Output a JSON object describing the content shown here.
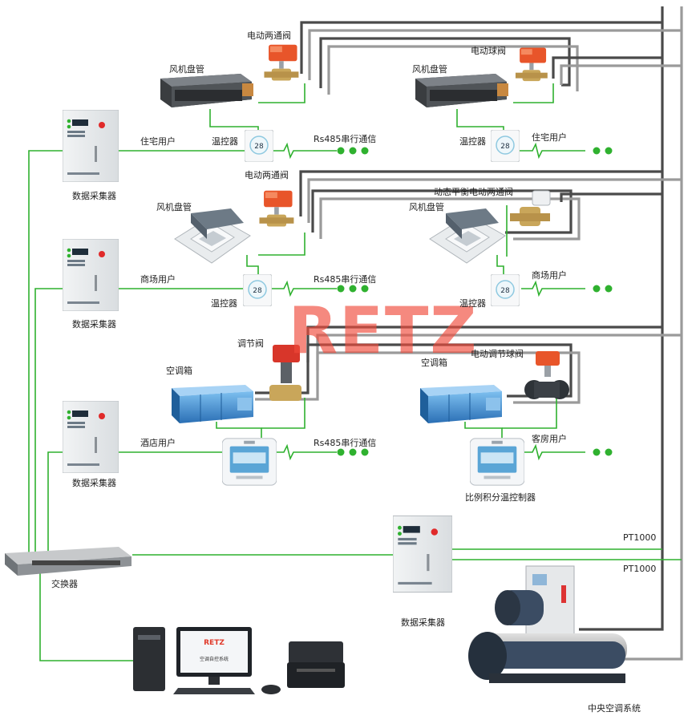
{
  "labels": {
    "valve_2way_1": "电动两通阀",
    "valve_ball": "电动球阀",
    "fcu_1": "风机盘管",
    "fcu_2": "风机盘管",
    "fcu_3": "风机盘管",
    "fcu_4": "风机盘管",
    "valve_2way_2": "电动两通阀",
    "valve_balance": "动态平衡电动两通阀",
    "valve_regulating": "调节阀",
    "valve_reg_ball": "电动调节球阀",
    "ahu_1": "空调箱",
    "ahu_2": "空调箱",
    "user_residential_1": "住宅用户",
    "user_residential_2": "住宅用户",
    "user_mall_1": "商场用户",
    "user_mall_2": "商场用户",
    "user_hotel": "酒店用户",
    "user_guest": "客房用户",
    "thermostat_1": "温控器",
    "thermostat_2": "温控器",
    "thermostat_3": "温控器",
    "thermostat_4": "温控器",
    "pid_controller": "比例积分温控制器",
    "rs485_1": "Rs485串行通信",
    "rs485_2": "Rs485串行通信",
    "rs485_3": "Rs485串行通信",
    "collector_1": "数据采集器",
    "collector_2": "数据采集器",
    "collector_3": "数据采集器",
    "collector_4": "数据采集器",
    "switch": "交换器",
    "pt1000_1": "PT1000",
    "pt1000_2": "PT1000",
    "chiller": "中央空调系统",
    "watermark": "RETZ",
    "monitor_brand": "RETZ",
    "monitor_text": "空调自控系统",
    "thermo_display": "28"
  },
  "colors": {
    "signal": "#2fb12f",
    "pipe_dark": "#4a4a4a",
    "pipe_light": "#9a9a9a",
    "watermark": "#f04a3a",
    "actuator": "#e8552a",
    "ahu": "#3c8fd6",
    "chiller": "#3b4c63"
  },
  "icons": [
    "fan-coil-icon",
    "cassette-fan-coil-icon",
    "air-handler-icon",
    "valve-actuator-icon",
    "thermostat-icon",
    "data-collector-icon",
    "network-switch-icon",
    "pc-icon",
    "printer-icon",
    "chiller-icon"
  ]
}
